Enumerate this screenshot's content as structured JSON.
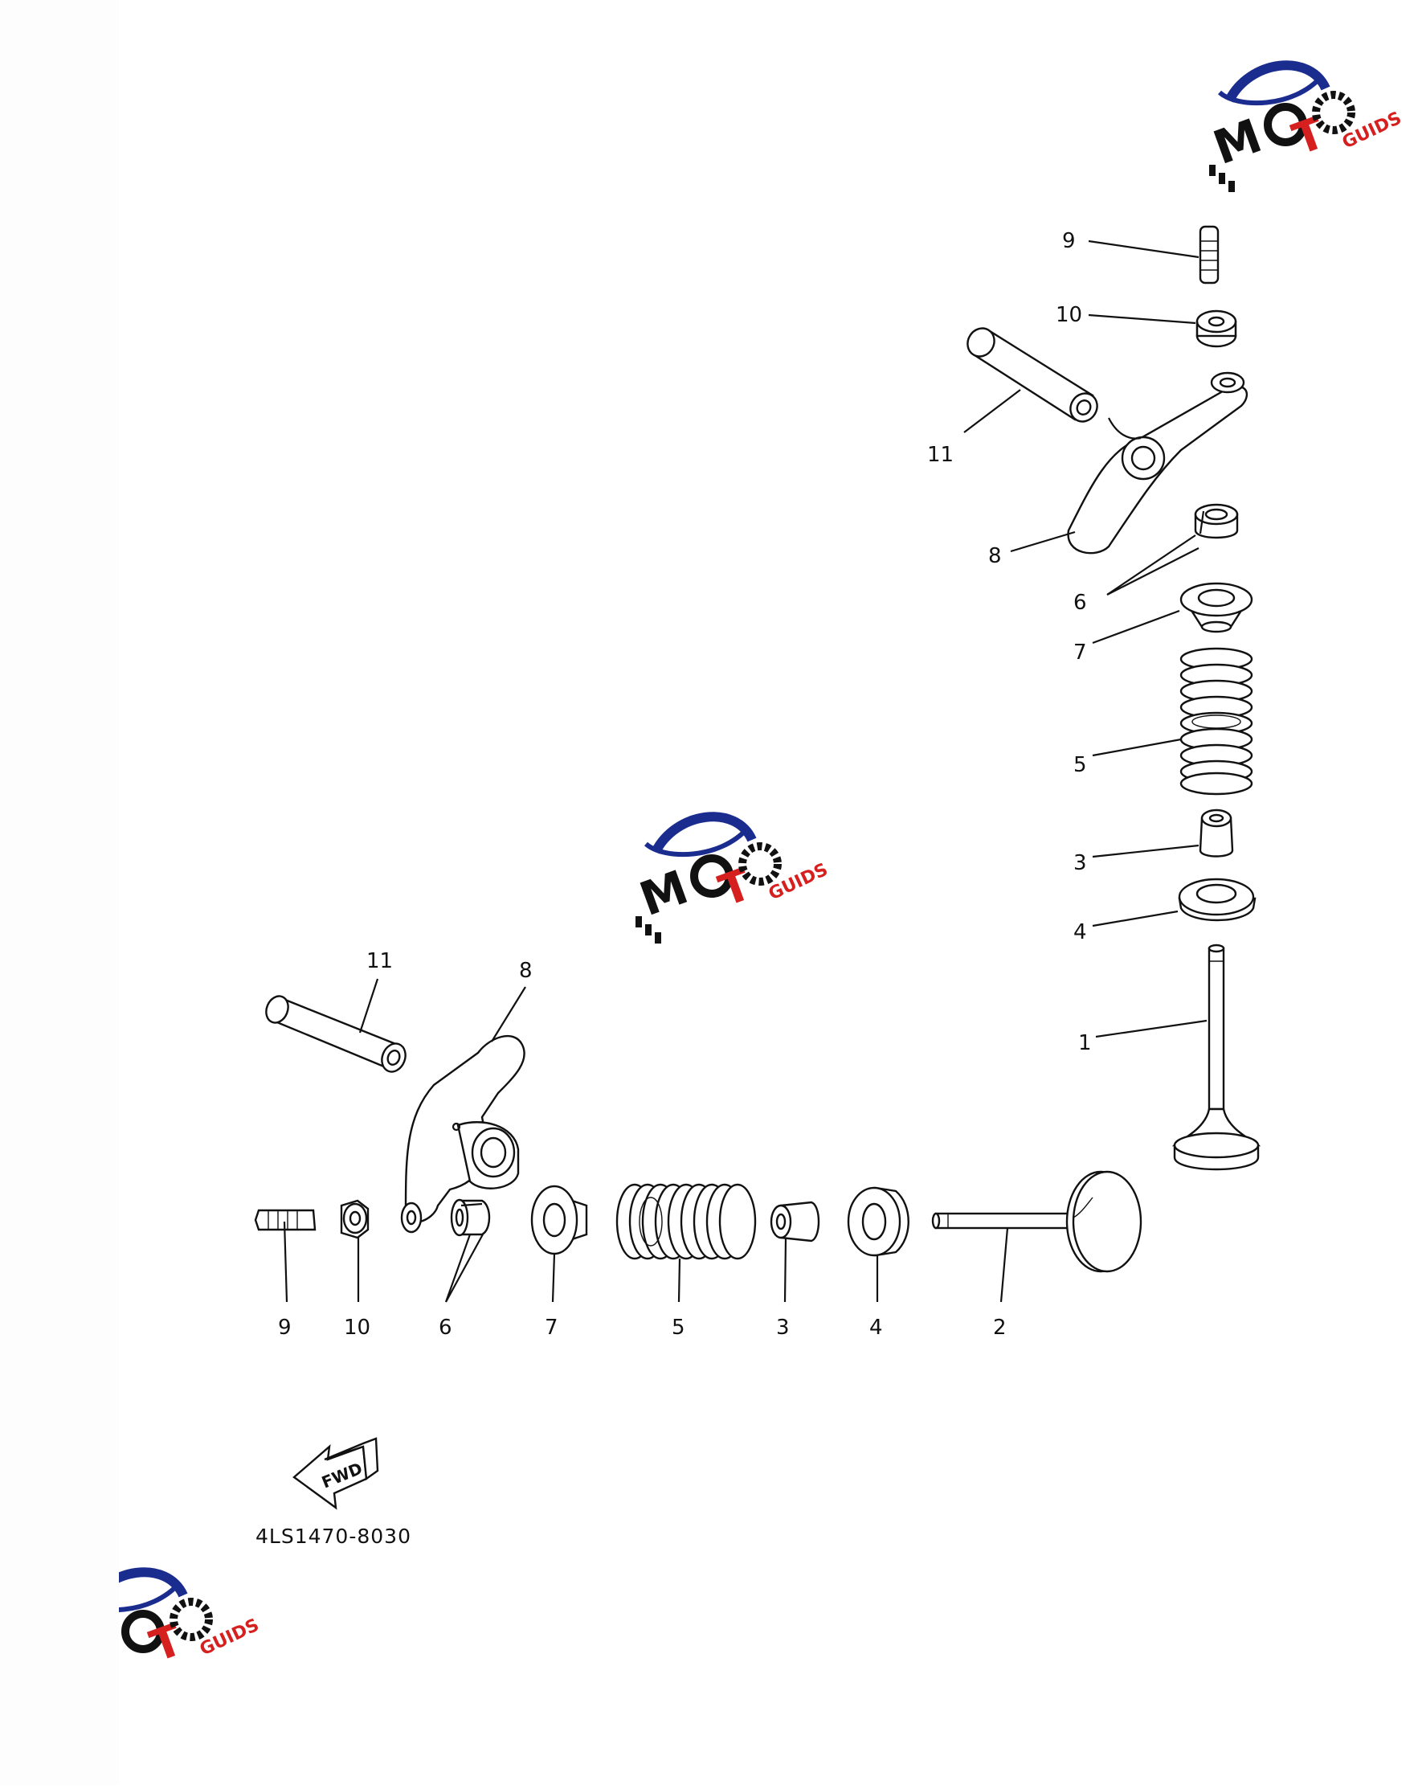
{
  "diagram": {
    "part_code": "4LS1470-8030",
    "fwd_label": "FWD"
  },
  "watermark": {
    "letters": "MOTO",
    "suffix": "GUIDS",
    "colors": {
      "arc": "#1a2d8f",
      "red": "#d62020",
      "black": "#111111"
    }
  },
  "callouts": {
    "right": [
      {
        "id": "r9",
        "text": "9"
      },
      {
        "id": "r10",
        "text": "10"
      },
      {
        "id": "r11",
        "text": "11"
      },
      {
        "id": "r8",
        "text": "8"
      },
      {
        "id": "r6",
        "text": "6"
      },
      {
        "id": "r7",
        "text": "7"
      },
      {
        "id": "r5",
        "text": "5"
      },
      {
        "id": "r3",
        "text": "3"
      },
      {
        "id": "r4",
        "text": "4"
      },
      {
        "id": "r1",
        "text": "1"
      }
    ],
    "left": [
      {
        "id": "l11",
        "text": "11"
      },
      {
        "id": "l8",
        "text": "8"
      },
      {
        "id": "l9",
        "text": "9"
      },
      {
        "id": "l10",
        "text": "10"
      },
      {
        "id": "l6",
        "text": "6"
      },
      {
        "id": "l7",
        "text": "7"
      },
      {
        "id": "l5",
        "text": "5"
      },
      {
        "id": "l3",
        "text": "3"
      },
      {
        "id": "l4",
        "text": "4"
      },
      {
        "id": "l2",
        "text": "2"
      }
    ]
  }
}
